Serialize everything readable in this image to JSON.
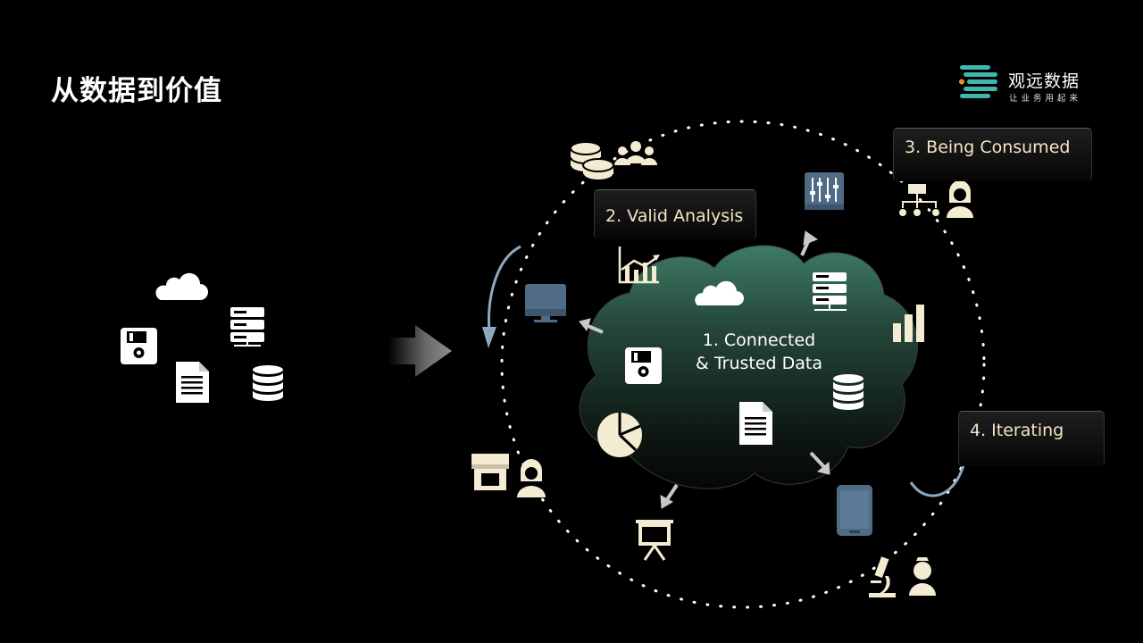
{
  "header": {
    "title": "从数据到价值"
  },
  "brand": {
    "name": "观远数据",
    "tagline": "让业务用起来",
    "colors": {
      "teal": "#3fb6b0",
      "orange": "#f08a24"
    }
  },
  "diagram": {
    "cloud_label_line1": "1. Connected",
    "cloud_label_line2": "& Trusted Data",
    "stage2": "2. Valid Analysis",
    "stage3": "3. Being Consumed",
    "stage4": "4. Iterating"
  },
  "icons": [
    "cloud-icon",
    "floppy-disk-icon",
    "server-icon",
    "document-icon",
    "database-icon",
    "arrow-right-icon",
    "coins-icon",
    "people-group-icon",
    "sliders-icon",
    "org-chart-icon",
    "woman-user-icon",
    "monitor-icon",
    "line-chart-icon",
    "bar-chart-icon",
    "pie-chart-icon",
    "shop-icon",
    "presentation-board-icon",
    "tablet-icon",
    "microscope-icon",
    "scientist-icon"
  ],
  "colors": {
    "background": "#000000",
    "label_text": "#f3e6c4",
    "icon_cream": "#f4ecd2",
    "screen_blue": "#4f6b86",
    "cloud_top": "#3c7a63",
    "cloud_bottom": "#0a0a0a"
  }
}
